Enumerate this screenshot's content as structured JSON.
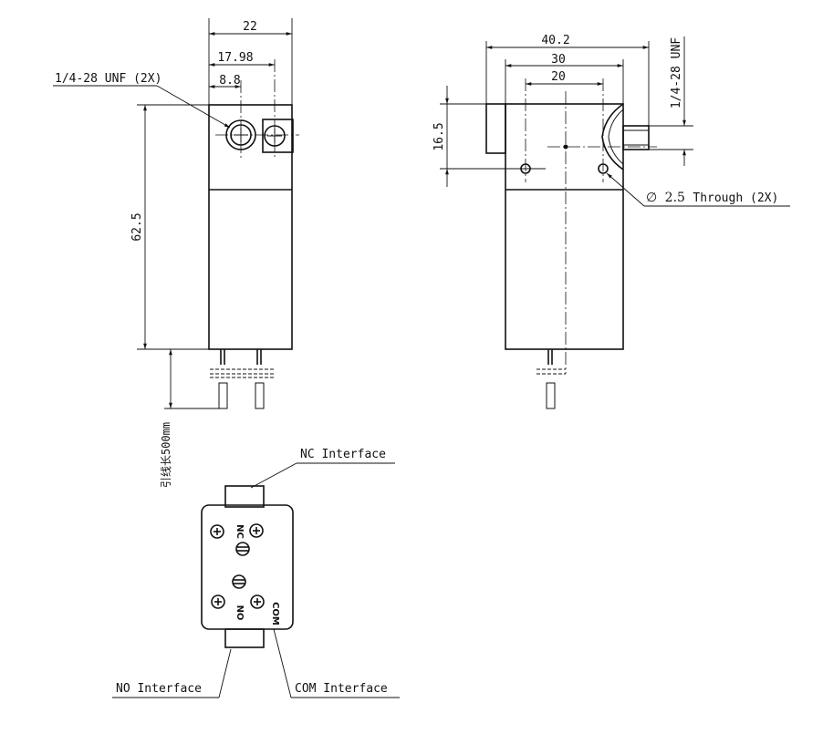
{
  "dimensions": {
    "front_width": "22",
    "front_port_spacing": "17.98",
    "front_port_offset": "8.8",
    "front_height": "62.5",
    "side_width": "40.2",
    "side_inner": "30",
    "side_hole_spacing": "20",
    "side_height": "16.5"
  },
  "callouts": {
    "unf_2x": "1/4-28 UNF  (2X)",
    "unf_side": "1/4-28 UNF",
    "through_diameter": "2.5",
    "through_text": "Through  (2X)",
    "diameter_symbol": "∅",
    "lead_length": "引线长500mm"
  },
  "interfaces": {
    "nc": "NC Interface",
    "no": "NO Interface",
    "com": "COM Interface"
  },
  "port_labels": {
    "nc": "NC",
    "no": "NO",
    "com": "COM"
  }
}
